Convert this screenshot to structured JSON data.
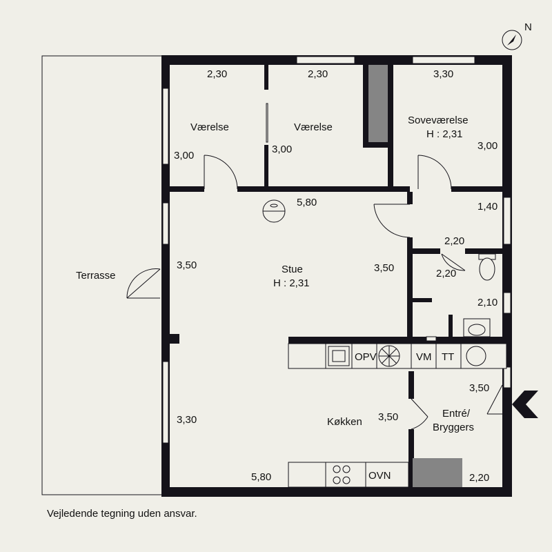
{
  "compass": {
    "north_label": "N"
  },
  "rooms": {
    "room1": {
      "name": "Værelse",
      "dims": [
        "2,30",
        "3,00"
      ]
    },
    "room2": {
      "name": "Værelse",
      "dims": [
        "2,30",
        "3,00"
      ]
    },
    "bedroom": {
      "name": "Soveværelse",
      "height": "H : 2,31",
      "dims": [
        "3,30",
        "3,00"
      ]
    },
    "hall": {
      "dims": [
        "1,40",
        "2,20"
      ]
    },
    "toilet": {
      "dims": [
        "2,20",
        "2,10"
      ]
    },
    "living": {
      "name": "Stue",
      "height": "H : 2,31",
      "dims": [
        "5,80",
        "3,50",
        "3,50"
      ]
    },
    "kitchen": {
      "name": "Køkken",
      "dims": [
        "3,30",
        "3,50",
        "5,80"
      ]
    },
    "entry": {
      "name_line1": "Entré/",
      "name_line2": "Bryggers",
      "dims": [
        "3,50",
        "2,20"
      ]
    },
    "terrace": {
      "name": "Terrasse"
    }
  },
  "appliances": {
    "dishwasher": "OPV",
    "washer": "VM",
    "dryer": "TT",
    "oven": "OVN"
  },
  "footer": {
    "disclaimer": "Vejledende tegning uden ansvar."
  }
}
